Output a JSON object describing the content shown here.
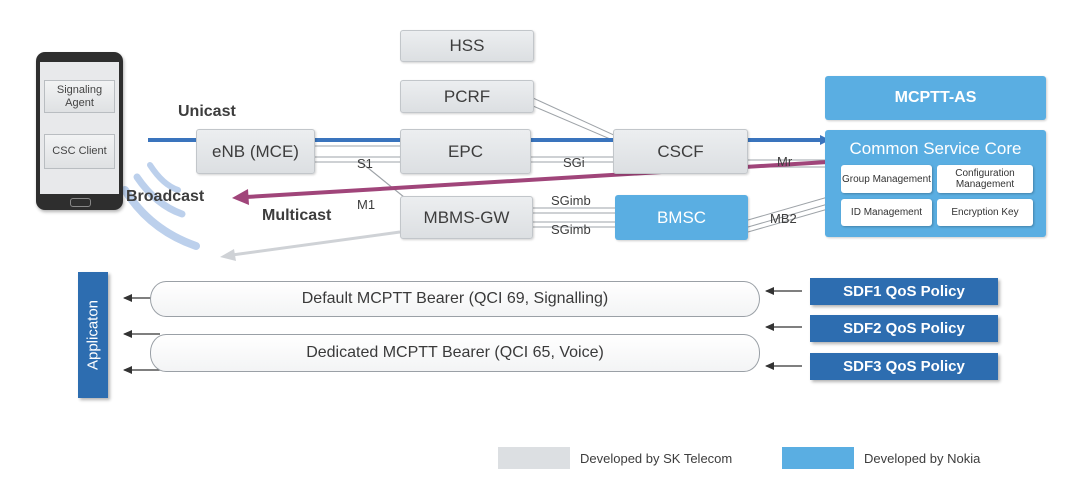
{
  "phone": {
    "signaling_agent": "Signaling Agent",
    "csc_client": "CSC Client"
  },
  "nodes": {
    "hss": "HSS",
    "pcrf": "PCRF",
    "enb": "eNB (MCE)",
    "epc": "EPC",
    "cscf": "CSCF",
    "mbms_gw": "MBMS-GW",
    "bmsc": "BMSC",
    "mcptt_as": "MCPTT-AS",
    "common_service_core": "Common Service Core"
  },
  "core_modules": {
    "group": "Group Management",
    "configuration": "Configuration Management",
    "id": "ID Management",
    "encryption": "Encryption Key"
  },
  "interfaces": {
    "s1": "S1",
    "sgi": "SGi",
    "mr": "Mr",
    "m1": "M1",
    "sgimb_1": "SGimb",
    "sgimb_2": "SGimb",
    "mb2": "MB2"
  },
  "flows": {
    "unicast": "Unicast",
    "broadcast": "Broadcast",
    "multicast": "Multicast"
  },
  "application": "Applicaton",
  "bearers": {
    "default": "Default MCPTT Bearer (QCI 69, Signalling)",
    "dedicated": "Dedicated MCPTT Bearer (QCI 65, Voice)"
  },
  "policies": [
    "SDF1 QoS Policy",
    "SDF2 QoS Policy",
    "SDF3 QoS Policy"
  ],
  "legend": {
    "sk": {
      "label": "Developed by SK Telecom",
      "color": "#dcdfe2"
    },
    "nokia": {
      "label": "Developed by Nokia",
      "color": "#5aaee2"
    }
  },
  "colors": {
    "unicast": "#3a74bd",
    "broadcast": "#a0457a",
    "policy": "#2d6db0"
  }
}
